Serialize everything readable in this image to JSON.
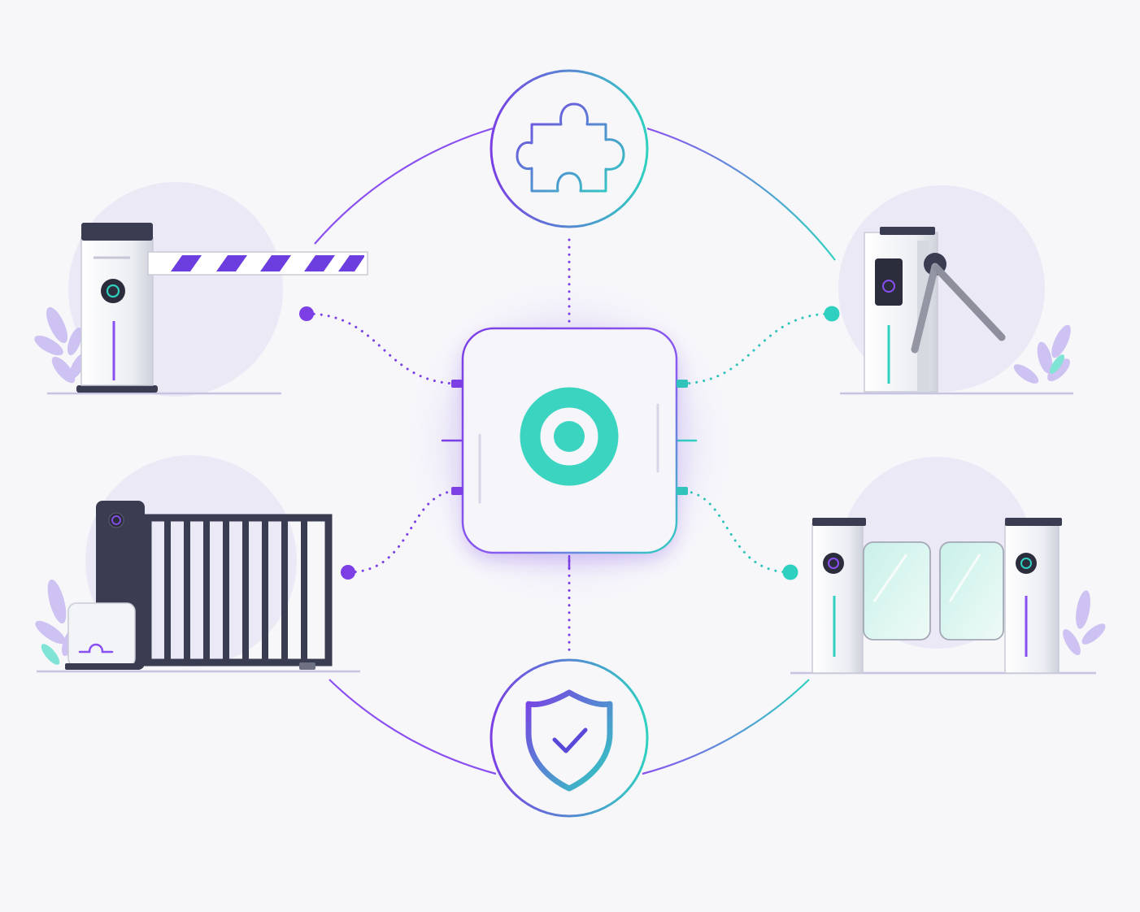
{
  "colors": {
    "background": "#f7f7fa",
    "purple": "#7b3fe4",
    "teal": "#2fd0c0",
    "dark": "#3a3d52",
    "device_white": "#f1f2f6",
    "lavender": "#ece9f7",
    "glass": "#dff6f1"
  },
  "hub": {
    "icon": "target-ring-icon"
  },
  "top_node": {
    "icon": "puzzle-piece-icon"
  },
  "bottom_node": {
    "icon": "shield-check-icon"
  },
  "devices": [
    {
      "id": "barrier",
      "icon": "boom-barrier-icon",
      "position": "top-left"
    },
    {
      "id": "turnstile",
      "icon": "tripod-turnstile-icon",
      "position": "top-right"
    },
    {
      "id": "gate",
      "icon": "sliding-gate-icon",
      "position": "bottom-left"
    },
    {
      "id": "speedgate",
      "icon": "swing-speed-gate-icon",
      "position": "bottom-right"
    }
  ]
}
